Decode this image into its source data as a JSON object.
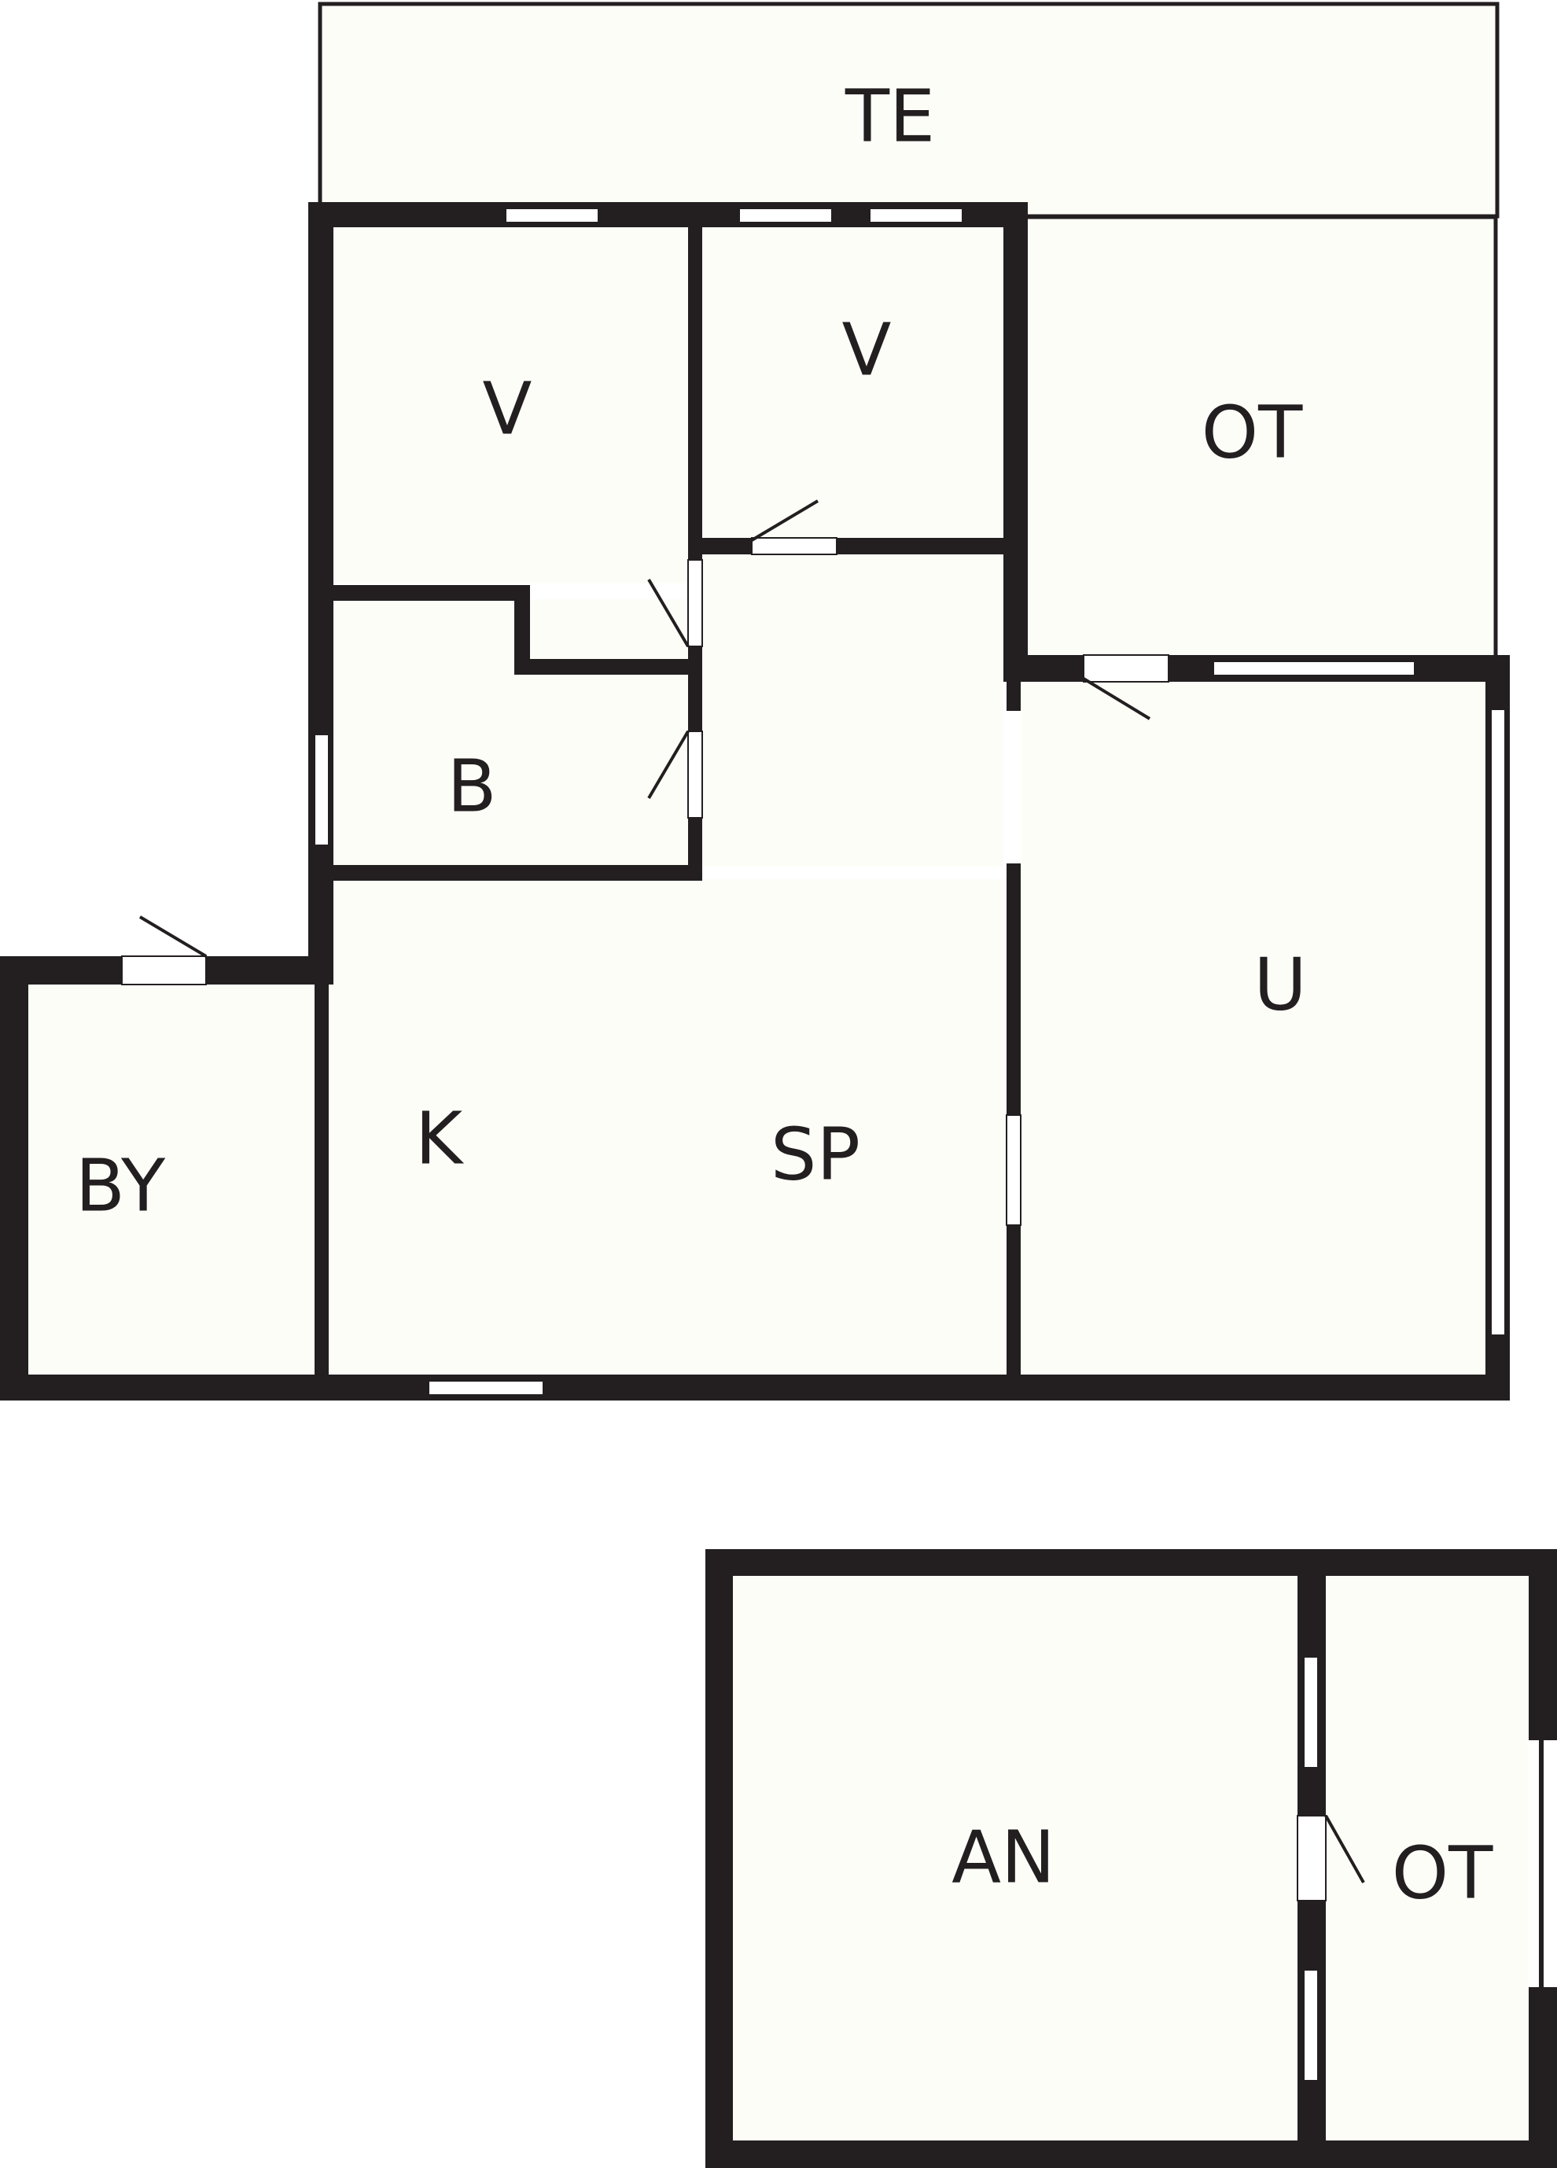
{
  "colors": {
    "floor": "#fdfdf8",
    "wall": "#231f20",
    "opening": "#ffffff",
    "background": "#ffffff"
  },
  "rooms": {
    "te": "TE",
    "v_left": "V",
    "v_right": "V",
    "ot_upper": "OT",
    "b": "B",
    "u": "U",
    "k": "K",
    "sp": "SP",
    "by": "BY",
    "an": "AN",
    "ot_lower": "OT"
  }
}
